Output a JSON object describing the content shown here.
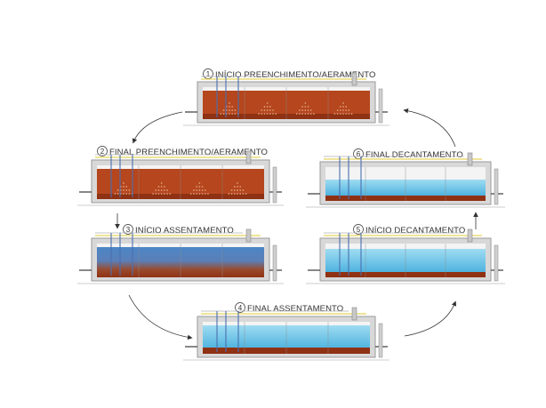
{
  "steps": [
    {
      "number": "1",
      "label": "INÍCIO PREENCHIMENTO/AERAMENTO",
      "fill": "sludge-full",
      "aeration": true
    },
    {
      "number": "2",
      "label": "FINAL PREENCHIMENTO/AERAMENTO",
      "fill": "sludge-full",
      "aeration": true
    },
    {
      "number": "3",
      "label": "INÍCIO ASSENTAMENTO",
      "fill": "settling-start",
      "aeration": false
    },
    {
      "number": "4",
      "label": "FINAL ASSENTAMENTO",
      "fill": "settled",
      "aeration": false
    },
    {
      "number": "5",
      "label": "INÍCIO DECANTAMENTO",
      "fill": "decant-start",
      "aeration": false
    },
    {
      "number": "6",
      "label": "FINAL DECANTAMENTO",
      "fill": "decant-end",
      "aeration": false
    }
  ],
  "colors": {
    "sludge": "#b5461e",
    "sludge_dark": "#8f3113",
    "water": "#6fcbe9",
    "water_light": "#c3ecf8",
    "tank_wall": "#9a9a9a",
    "pipe_blue": "#4a6fb0",
    "pipe_yellow": "#e8d45a",
    "arrow": "#333333"
  }
}
